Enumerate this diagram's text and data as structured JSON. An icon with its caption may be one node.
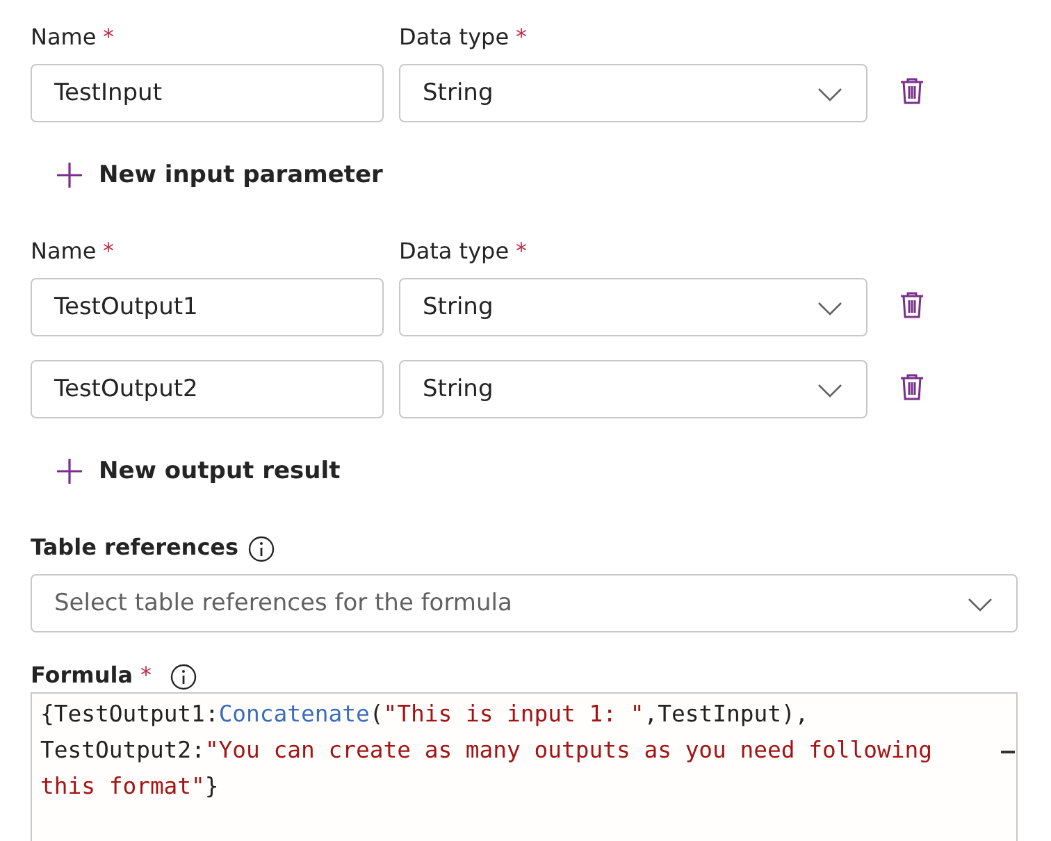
{
  "diagram": {
    "labels": [
      "Name",
      "*",
      "Data type",
      "*",
      "TestInput",
      "String",
      "New input parameter",
      "Name",
      "*",
      "Data type",
      "*",
      "TestOutput1",
      "String",
      "TestOutput2",
      "String",
      "New output result",
      "Table references",
      "Select table references for the formula",
      "Formula",
      "*",
      "{TestOutput1:Concatenate(\"This is input 1: \",TestInput), TestOutput2:\"You can create as many outputs as you need following this format\"}"
    ]
  }
}
